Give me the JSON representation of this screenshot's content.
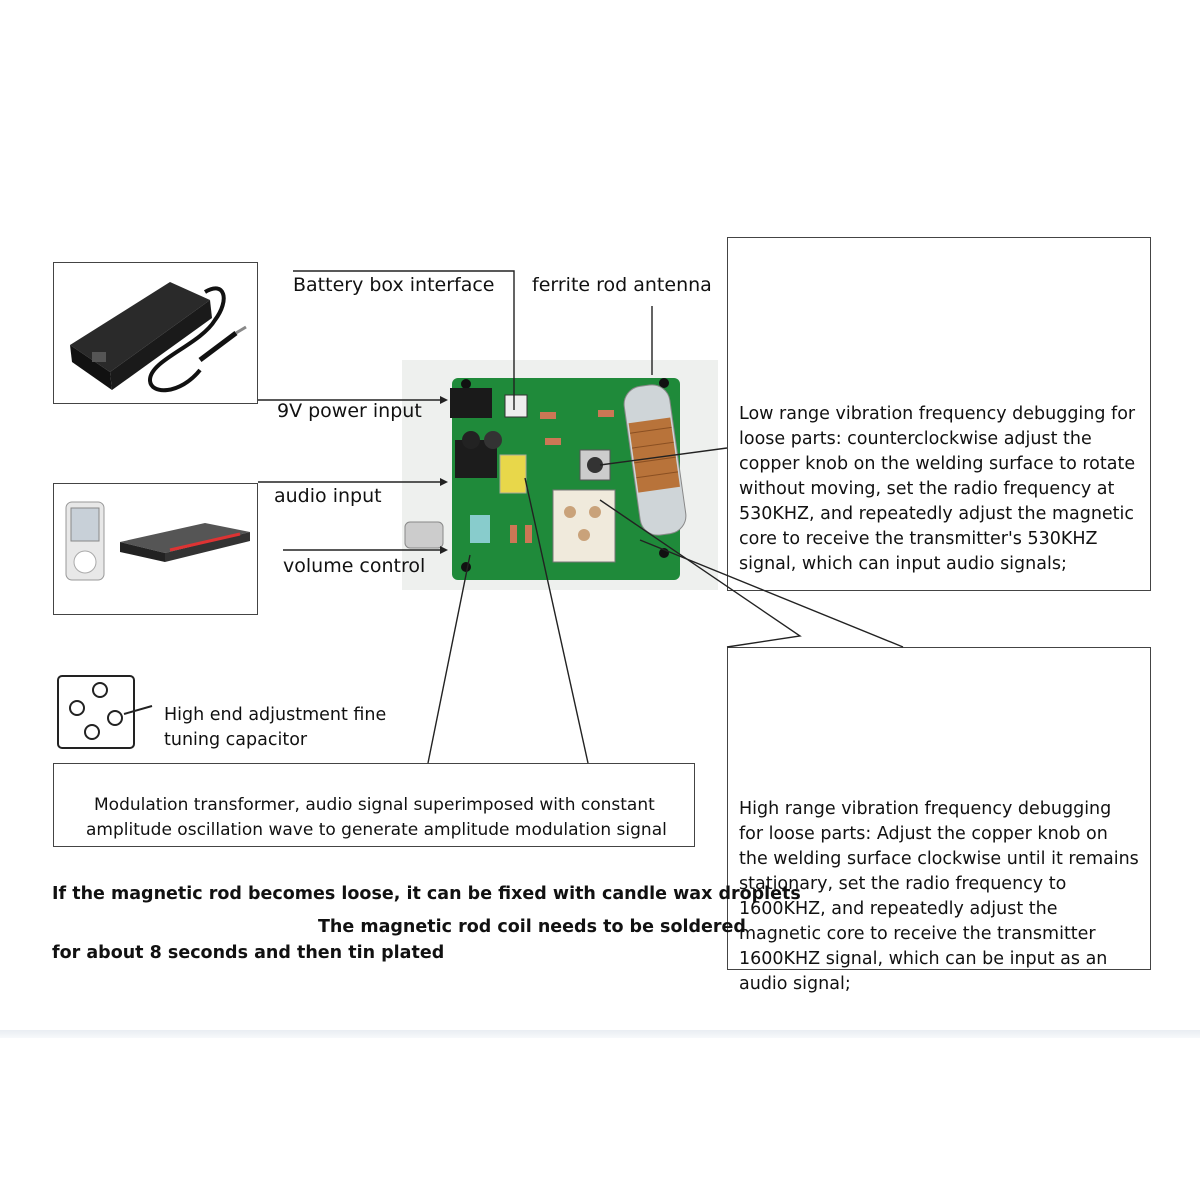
{
  "labels": {
    "battery_box": "Battery box interface",
    "ferrite_antenna": "ferrite rod antenna",
    "power_input": "9V power input",
    "audio_input": "audio input",
    "volume_control": "volume control",
    "capacitor_line1": "High end adjustment fine",
    "capacitor_line2": "tuning capacitor"
  },
  "modulation_box": {
    "line1": "Modulation transformer, audio signal superimposed with constant",
    "line2": "amplitude oscillation wave to generate amplitude modulation signal"
  },
  "low_range_box": {
    "text": "Low range vibration frequency debugging for loose parts: counterclockwise adjust the copper knob on the welding surface to rotate without moving, set the radio frequency at 530KHZ, and repeatedly adjust the magnetic core to receive the transmitter's 530KHZ signal, which can input audio signals;"
  },
  "high_range_box": {
    "text": "High range vibration frequency debugging for loose parts: Adjust the copper knob on the welding surface clockwise until it remains stationary, set the radio frequency to 1600KHZ, and repeatedly adjust the magnetic core to receive the transmitter 1600KHZ signal, which can be input as an audio signal;"
  },
  "notes": {
    "line1": "If the magnetic rod becomes loose, it can be fixed with candle wax droplets",
    "line2": "The magnetic rod coil needs to be soldered",
    "line3": "for about 8 seconds and then tin plated"
  },
  "colors": {
    "pcb_green": "#1f8a3a",
    "copper_coil": "#b8733a",
    "adapter_black": "#1c1c1c"
  }
}
